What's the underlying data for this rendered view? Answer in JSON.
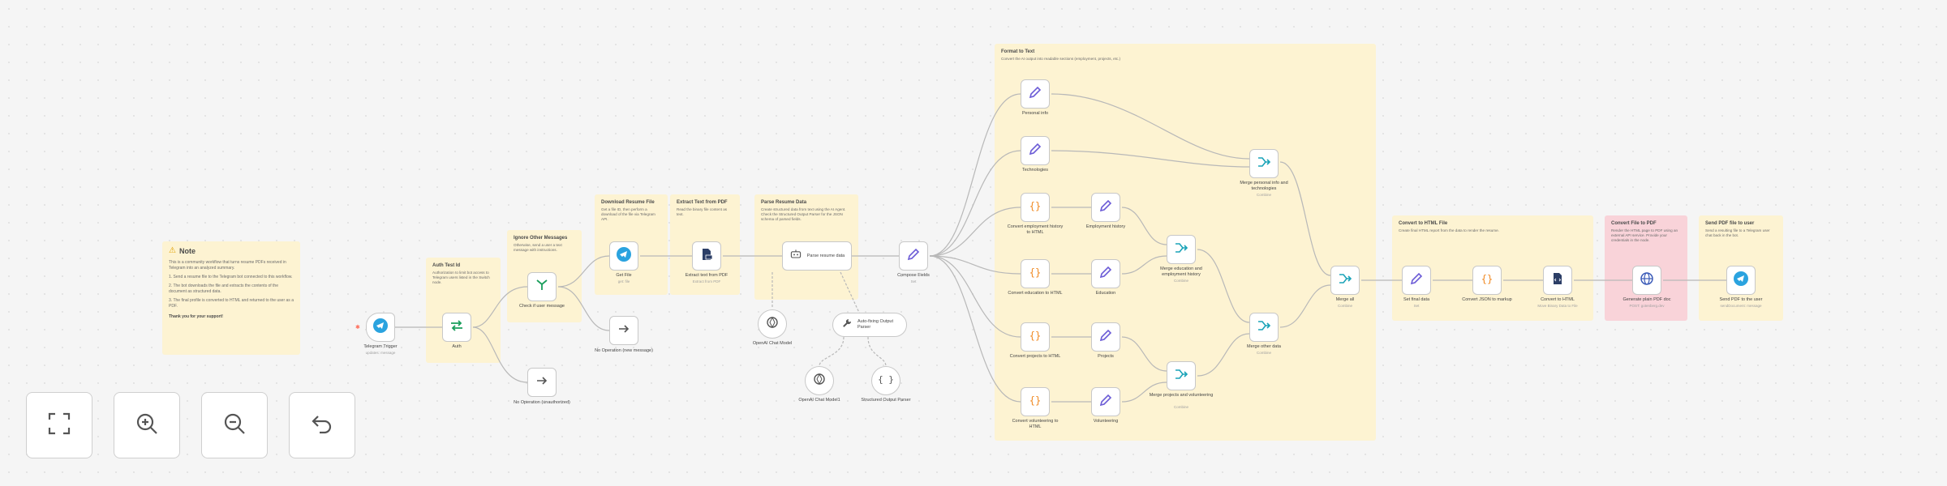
{
  "note": {
    "title": "Note",
    "paragraphs": [
      "This is a community workflow that turns resume PDFs received in Telegram into an analyzed summary.",
      "1. Send a resume file to the Telegram bot connected to this workflow.",
      "2. The bot downloads the file and extracts the contents of the document as structured data.",
      "3. The final profile is converted to HTML and returned to the user as a PDF."
    ],
    "footer": "Thank you for your support!"
  },
  "stickies": [
    {
      "id": "auth",
      "title": "Auth Test Id",
      "body": "Authorization to limit bot access to Telegram users listed in the Switch node."
    },
    {
      "id": "ignore",
      "title": "Ignore Other Messages",
      "body": "Otherwise, send a user a text message with instructions."
    },
    {
      "id": "download",
      "title": "Download Resume File",
      "body": "Get a file ID, then perform a download of the file via Telegram API."
    },
    {
      "id": "extract",
      "title": "Extract Text from PDF",
      "body": "Read the binary file content as text."
    },
    {
      "id": "parse",
      "title": "Parse Resume Data",
      "body": "Create structured data from text using the AI Agent. Check the Structured Output Parser for the JSON schema of parsed fields."
    },
    {
      "id": "format",
      "title": "Format to Text",
      "body": "Convert the AI output into readable sections (employment, projects, etc.)"
    },
    {
      "id": "html",
      "title": "Convert to HTML File",
      "body": "Create final HTML report from the data to render the resume."
    },
    {
      "id": "pdf",
      "title": "Convert File to PDF",
      "body": "Render the HTML page to PDF using an external API service. Provide your credentials in the node."
    },
    {
      "id": "send",
      "title": "Send PDF file to user",
      "body": "Send a resulting file to a Telegram user chat back in the bot."
    }
  ],
  "nodes": [
    {
      "id": "tg_trigger",
      "label": "Telegram Trigger",
      "sub": "updates: message",
      "icon": "telegram-icon"
    },
    {
      "id": "auth",
      "label": "Auth",
      "sub": "",
      "icon": "switch-icon"
    },
    {
      "id": "check_file",
      "label": "Check if user message",
      "sub": "",
      "icon": "if-icon"
    },
    {
      "id": "no_op1",
      "label": "No Operation (new message)",
      "sub": "",
      "icon": "arrow-right-icon"
    },
    {
      "id": "no_op2",
      "label": "No Operation (unauthorized)",
      "sub": "",
      "icon": "arrow-right-icon"
    },
    {
      "id": "get_file",
      "label": "Get File",
      "sub": "get: file",
      "icon": "telegram-icon"
    },
    {
      "id": "extract_pdf",
      "label": "Extract text from PDF",
      "sub": "Extract from PDF",
      "icon": "file-extract-icon"
    },
    {
      "id": "agent",
      "label": "Parse resume data",
      "sub": "",
      "icon": "robot-icon"
    },
    {
      "id": "openai",
      "label": "OpenAI Chat Model",
      "sub": "",
      "icon": "openai-icon"
    },
    {
      "id": "parser",
      "label": "Auto-fixing Output Parser",
      "sub": "",
      "icon": "wrench-icon"
    },
    {
      "id": "openai2",
      "label": "OpenAI Chat Model1",
      "sub": "",
      "icon": "openai-icon"
    },
    {
      "id": "struct",
      "label": "Structured Output Parser",
      "sub": "",
      "icon": "braces-icon"
    },
    {
      "id": "compose",
      "label": "Compose Fields",
      "sub": "Set",
      "icon": "pen-icon"
    },
    {
      "id": "personal",
      "label": "Personal info",
      "sub": "",
      "icon": "pen-icon"
    },
    {
      "id": "tech",
      "label": "Technologies",
      "sub": "",
      "icon": "pen-icon"
    },
    {
      "id": "conv_emp",
      "label": "Convert employment history to HTML",
      "sub": "",
      "icon": "code-icon"
    },
    {
      "id": "emp",
      "label": "Employment history",
      "sub": "",
      "icon": "pen-icon"
    },
    {
      "id": "conv_edu",
      "label": "Convert education to HTML",
      "sub": "",
      "icon": "code-icon"
    },
    {
      "id": "edu",
      "label": "Education",
      "sub": "",
      "icon": "pen-icon"
    },
    {
      "id": "conv_proj",
      "label": "Convert projects to HTML",
      "sub": "",
      "icon": "code-icon"
    },
    {
      "id": "proj",
      "label": "Projects",
      "sub": "",
      "icon": "pen-icon"
    },
    {
      "id": "conv_vol",
      "label": "Convert volunteering to HTML",
      "sub": "",
      "icon": "code-icon"
    },
    {
      "id": "vol",
      "label": "Volunteering",
      "sub": "",
      "icon": "pen-icon"
    },
    {
      "id": "merge_pt",
      "label": "Merge personal info and technologies",
      "sub": "Combine",
      "icon": "merge-icon"
    },
    {
      "id": "merge_ee",
      "label": "Merge education and employment history",
      "sub": "Combine",
      "icon": "merge-icon"
    },
    {
      "id": "merge_pv",
      "label": "Merge projects and volunteering",
      "sub": "Combine",
      "icon": "merge-icon"
    },
    {
      "id": "merge_other",
      "label": "Merge other data",
      "sub": "Combine",
      "icon": "merge-icon"
    },
    {
      "id": "merge_all",
      "label": "Merge all",
      "sub": "Combine",
      "icon": "merge-icon"
    },
    {
      "id": "set_final",
      "label": "Set final data",
      "sub": "Set",
      "icon": "pen-icon"
    },
    {
      "id": "conv_json",
      "label": "Convert JSON to markup",
      "sub": "",
      "icon": "code-icon"
    },
    {
      "id": "conv_html",
      "label": "Convert to HTML",
      "sub": "Move Binary Data to File",
      "icon": "file-html-icon"
    },
    {
      "id": "gotenberg",
      "label": "Generate plain PDF doc",
      "sub": "POST: gotenberg.dev",
      "icon": "globe-icon"
    },
    {
      "id": "send_pdf",
      "label": "Send PDF to the user",
      "sub": "sendDocument: message",
      "icon": "telegram-icon"
    }
  ],
  "toolbar": {
    "fit": "fit-view-icon",
    "zoom_in": "zoom-in-icon",
    "zoom_out": "zoom-out-icon",
    "reset": "undo-icon"
  },
  "colors": {
    "sticky": "#fdf3d2",
    "sticky_pink": "#f9d3d9",
    "edge": "#b8b8b8",
    "telegram": "#2aa3df",
    "accent": "#ff6d5a"
  }
}
